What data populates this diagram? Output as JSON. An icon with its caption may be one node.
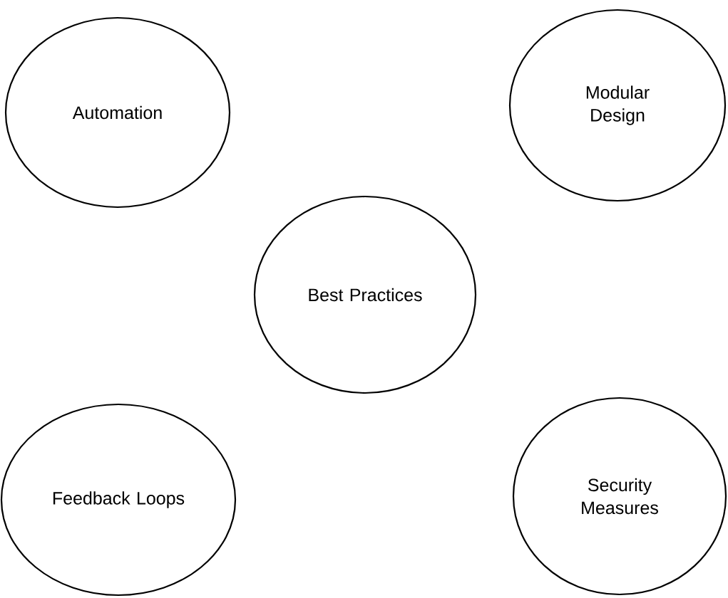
{
  "diagram": {
    "nodes": [
      {
        "text": [
          "Automation"
        ]
      },
      {
        "text": [
          "Modular Design"
        ]
      },
      {
        "text": [
          "Best Practices"
        ]
      },
      {
        "text": [
          "Feedback Loops"
        ]
      },
      {
        "text": [
          "Security Measures"
        ]
      }
    ]
  }
}
